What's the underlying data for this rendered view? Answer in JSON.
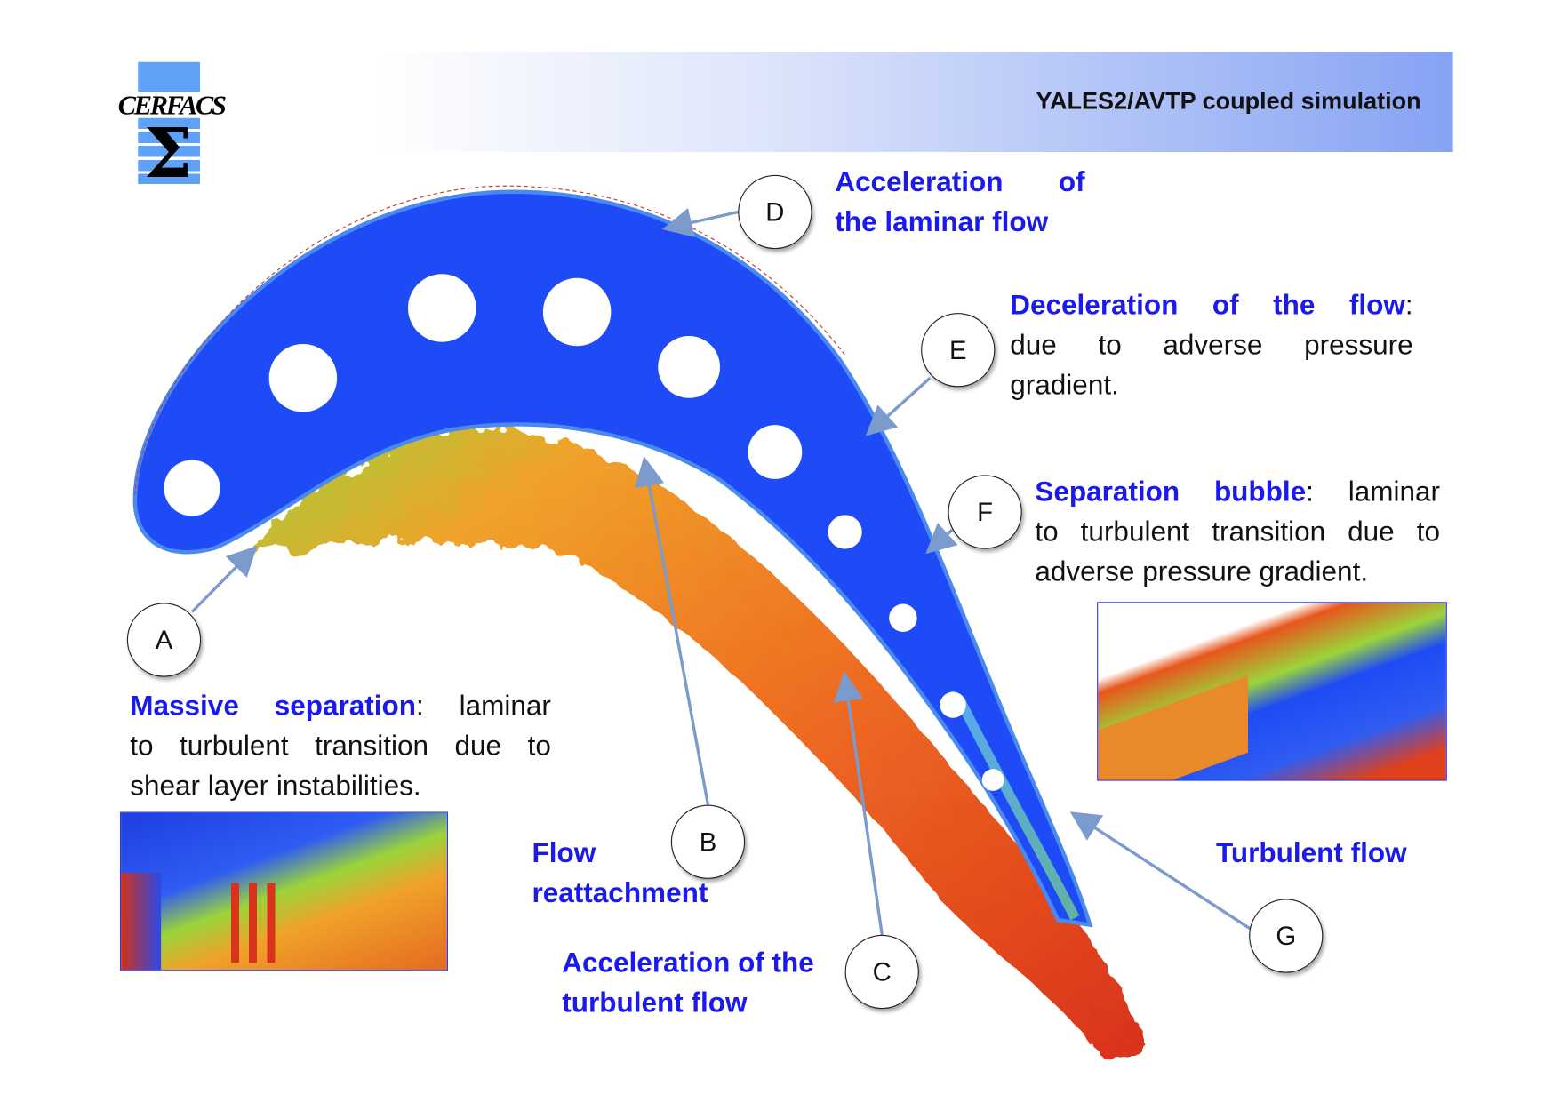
{
  "header": {
    "title": "YALES2/AVTP coupled simulation",
    "logo_text": "CERFACS"
  },
  "markers": [
    "A",
    "B",
    "C",
    "D",
    "E",
    "F",
    "G"
  ],
  "annotations": {
    "d": {
      "line1_a": "Acceleration",
      "line1_b": "of",
      "line2": "the laminar flow"
    },
    "e": {
      "bold_words": [
        "Deceleration",
        "of",
        "the",
        "flow"
      ],
      "colon": ":",
      "line2_words": [
        "due",
        "to",
        "adverse",
        "pressure"
      ],
      "line3": "gradient."
    },
    "f": {
      "bold_a": "Separation",
      "bold_b": "bubble",
      "rest1": ": laminar",
      "line2": "to turbulent transition due to",
      "line3": "adverse pressure gradient."
    },
    "a": {
      "bold_a": "Massive",
      "bold_b": "separation",
      "rest1": ": laminar",
      "line2": "to turbulent transition due to",
      "line3": "shear layer instabilities."
    },
    "b": {
      "line1": "Flow",
      "line2": "reattachment"
    },
    "c": {
      "line1": "Acceleration of the",
      "line2": "turbulent flow"
    },
    "g": {
      "line1": "Turbulent flow"
    }
  },
  "colors": {
    "accent_text": "#1a1aee",
    "blade": "#1e4bf5",
    "arrow": "#7b9bcc",
    "turbulent": "#e8461c"
  }
}
